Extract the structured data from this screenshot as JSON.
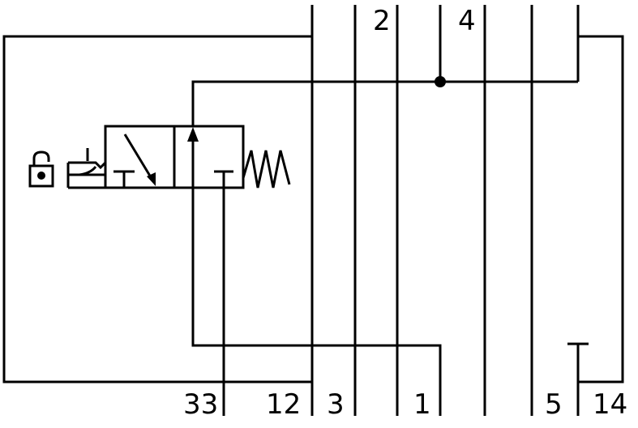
{
  "ports": {
    "top": {
      "p2": "2",
      "p4": "4"
    },
    "bottom": {
      "p33": "33",
      "p12": "12",
      "p3": "3",
      "p1": "1",
      "p5": "5",
      "p14": "14"
    }
  },
  "symbols": {
    "lock": "padlock-icon",
    "actuator": "manual-lever-actuator",
    "spring": "spring-return-icon",
    "valve": "2-position-valve"
  },
  "colors": {
    "line": "#000000",
    "background": "#ffffff"
  }
}
